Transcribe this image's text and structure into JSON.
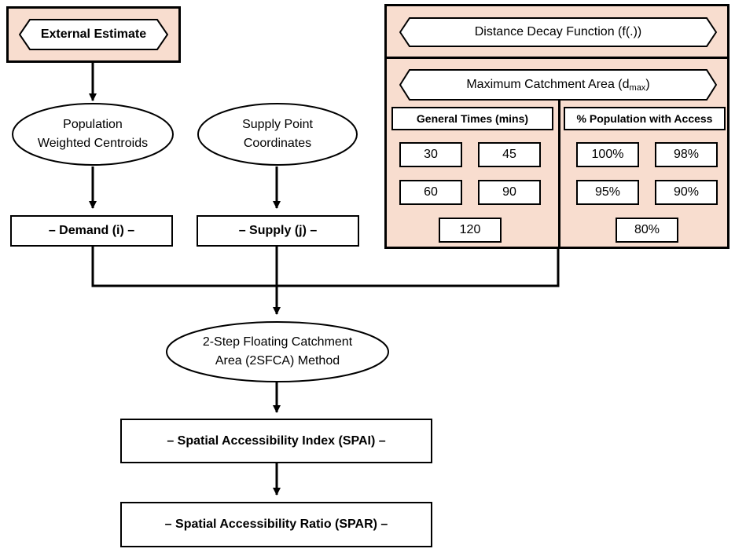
{
  "external_estimate": "External Estimate",
  "population_centroids": "Population\nWeighted Centroids",
  "supply_coordinates": "Supply Point\nCoordinates",
  "demand": "– Demand (i) –",
  "supply": "– Supply (j) –",
  "method": "2-Step Floating Catchment\nArea (2SFCA) Method",
  "spai": "– Spatial Accessibility Index (SPAI) –",
  "spar": "– Spatial Accessibility Ratio (SPAR) –",
  "distance_decay": "Distance Decay Function (f(.))",
  "max_catchment": {
    "prefix": "Maximum Catchment Area (d",
    "sub": "max",
    "suffix": ")"
  },
  "general_times": {
    "header": "General Times (mins)",
    "values": [
      "30",
      "45",
      "60",
      "90",
      "120"
    ]
  },
  "population_access": {
    "header": "% Population with Access",
    "values": [
      "100%",
      "98%",
      "95%",
      "90%",
      "80%"
    ]
  }
}
